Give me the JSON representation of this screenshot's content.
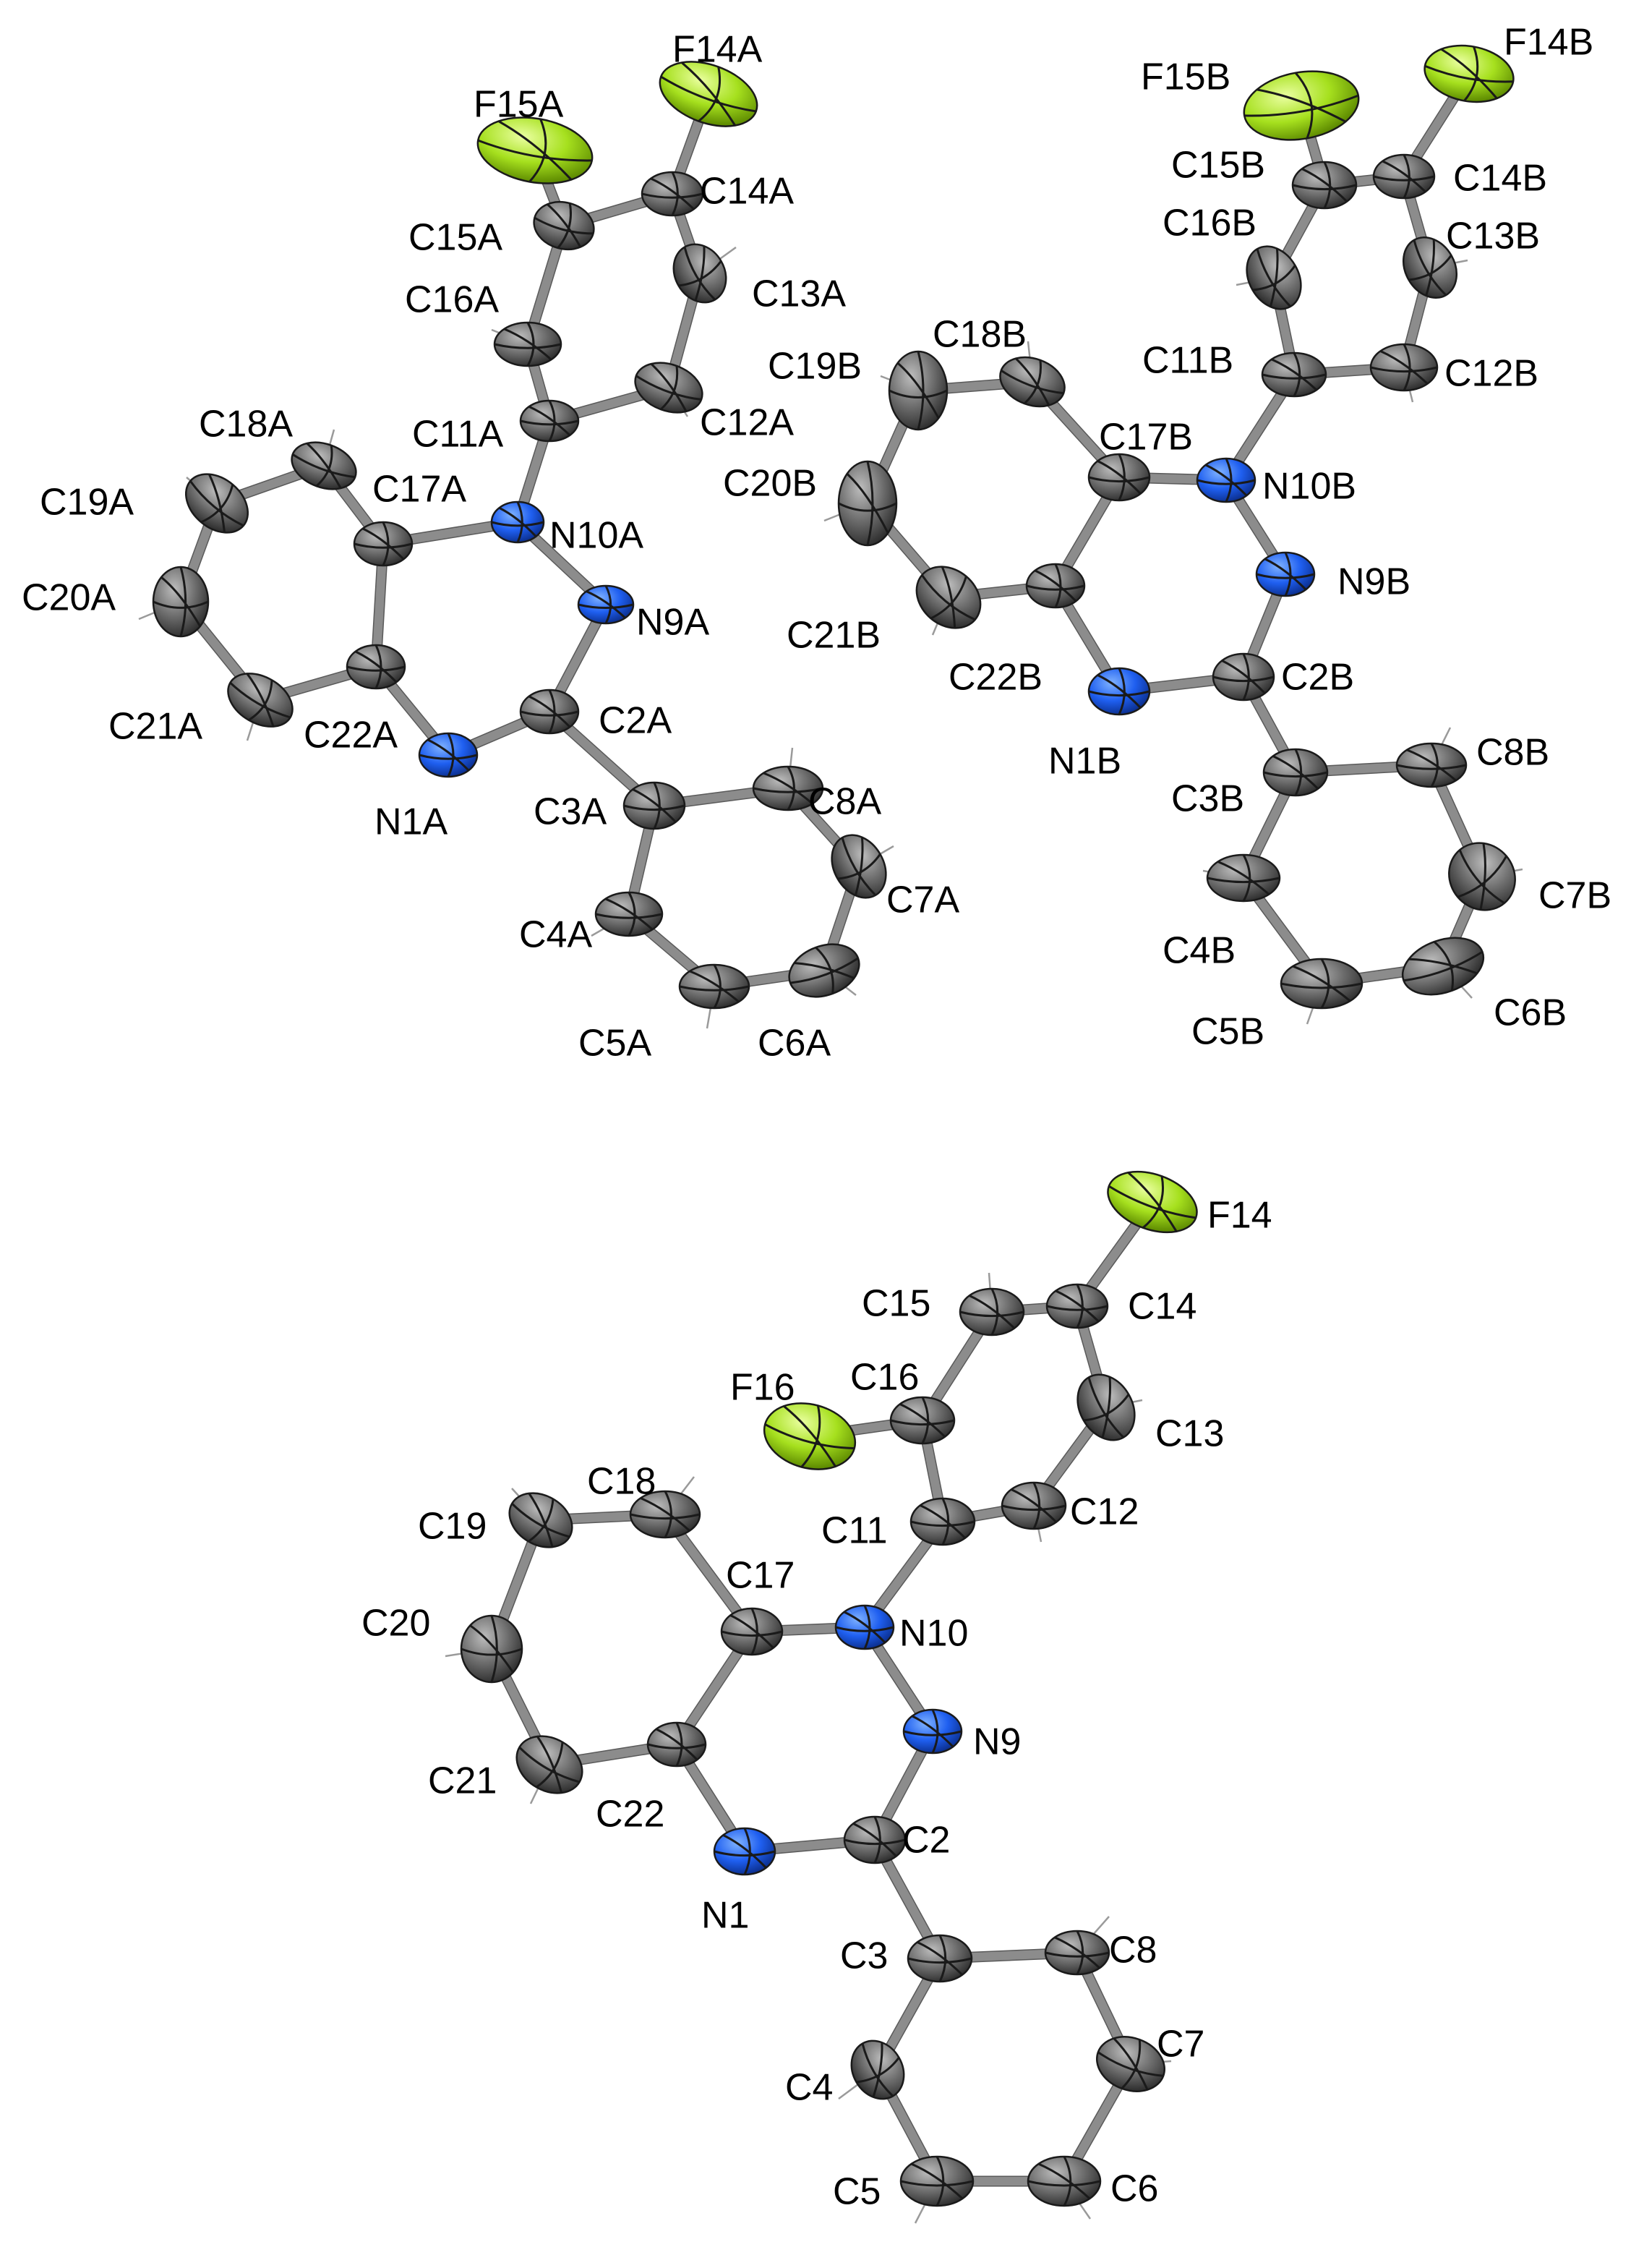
{
  "colors": {
    "C": "#6e6e6e",
    "N": "#1f5ff0",
    "F": "#a6e01e",
    "bond": "#8c8c8c",
    "hydrogen": "#9a9a9a"
  },
  "molecules": [
    {
      "id": "A",
      "atoms": [
        {
          "label": "F14A",
          "el": "F"
        },
        {
          "label": "F15A",
          "el": "F"
        },
        {
          "label": "C14A",
          "el": "C"
        },
        {
          "label": "C15A",
          "el": "C"
        },
        {
          "label": "C13A",
          "el": "C"
        },
        {
          "label": "C16A",
          "el": "C"
        },
        {
          "label": "C12A",
          "el": "C"
        },
        {
          "label": "C11A",
          "el": "C"
        },
        {
          "label": "C18A",
          "el": "C"
        },
        {
          "label": "C17A",
          "el": "C"
        },
        {
          "label": "C19A",
          "el": "C"
        },
        {
          "label": "N10A",
          "el": "N"
        },
        {
          "label": "C20A",
          "el": "C"
        },
        {
          "label": "N9A",
          "el": "N"
        },
        {
          "label": "C21A",
          "el": "C"
        },
        {
          "label": "C22A",
          "el": "C"
        },
        {
          "label": "C2A",
          "el": "C"
        },
        {
          "label": "N1A",
          "el": "N"
        },
        {
          "label": "C3A",
          "el": "C"
        },
        {
          "label": "C8A",
          "el": "C"
        },
        {
          "label": "C7A",
          "el": "C"
        },
        {
          "label": "C4A",
          "el": "C"
        },
        {
          "label": "C5A",
          "el": "C"
        },
        {
          "label": "C6A",
          "el": "C"
        }
      ]
    },
    {
      "id": "B",
      "atoms": [
        {
          "label": "F15B",
          "el": "F"
        },
        {
          "label": "F14B",
          "el": "F"
        },
        {
          "label": "C15B",
          "el": "C"
        },
        {
          "label": "C14B",
          "el": "C"
        },
        {
          "label": "C16B",
          "el": "C"
        },
        {
          "label": "C13B",
          "el": "C"
        },
        {
          "label": "C18B",
          "el": "C"
        },
        {
          "label": "C19B",
          "el": "C"
        },
        {
          "label": "C11B",
          "el": "C"
        },
        {
          "label": "C12B",
          "el": "C"
        },
        {
          "label": "C17B",
          "el": "C"
        },
        {
          "label": "C20B",
          "el": "C"
        },
        {
          "label": "N10B",
          "el": "N"
        },
        {
          "label": "N9B",
          "el": "N"
        },
        {
          "label": "C21B",
          "el": "C"
        },
        {
          "label": "C22B",
          "el": "C"
        },
        {
          "label": "C2B",
          "el": "C"
        },
        {
          "label": "N1B",
          "el": "N"
        },
        {
          "label": "C3B",
          "el": "C"
        },
        {
          "label": "C8B",
          "el": "C"
        },
        {
          "label": "C7B",
          "el": "C"
        },
        {
          "label": "C4B",
          "el": "C"
        },
        {
          "label": "C5B",
          "el": "C"
        },
        {
          "label": "C6B",
          "el": "C"
        }
      ]
    },
    {
      "id": "main",
      "atoms": [
        {
          "label": "F14",
          "el": "F"
        },
        {
          "label": "C15",
          "el": "C"
        },
        {
          "label": "C14",
          "el": "C"
        },
        {
          "label": "F16",
          "el": "F"
        },
        {
          "label": "C16",
          "el": "C"
        },
        {
          "label": "C13",
          "el": "C"
        },
        {
          "label": "C18",
          "el": "C"
        },
        {
          "label": "C19",
          "el": "C"
        },
        {
          "label": "C11",
          "el": "C"
        },
        {
          "label": "C12",
          "el": "C"
        },
        {
          "label": "C17",
          "el": "C"
        },
        {
          "label": "N10",
          "el": "N"
        },
        {
          "label": "C20",
          "el": "C"
        },
        {
          "label": "N9",
          "el": "N"
        },
        {
          "label": "C21",
          "el": "C"
        },
        {
          "label": "C22",
          "el": "C"
        },
        {
          "label": "C2",
          "el": "C"
        },
        {
          "label": "N1",
          "el": "N"
        },
        {
          "label": "C3",
          "el": "C"
        },
        {
          "label": "C8",
          "el": "C"
        },
        {
          "label": "C7",
          "el": "C"
        },
        {
          "label": "C4",
          "el": "C"
        },
        {
          "label": "C5",
          "el": "C"
        },
        {
          "label": "C6",
          "el": "C"
        }
      ]
    }
  ]
}
